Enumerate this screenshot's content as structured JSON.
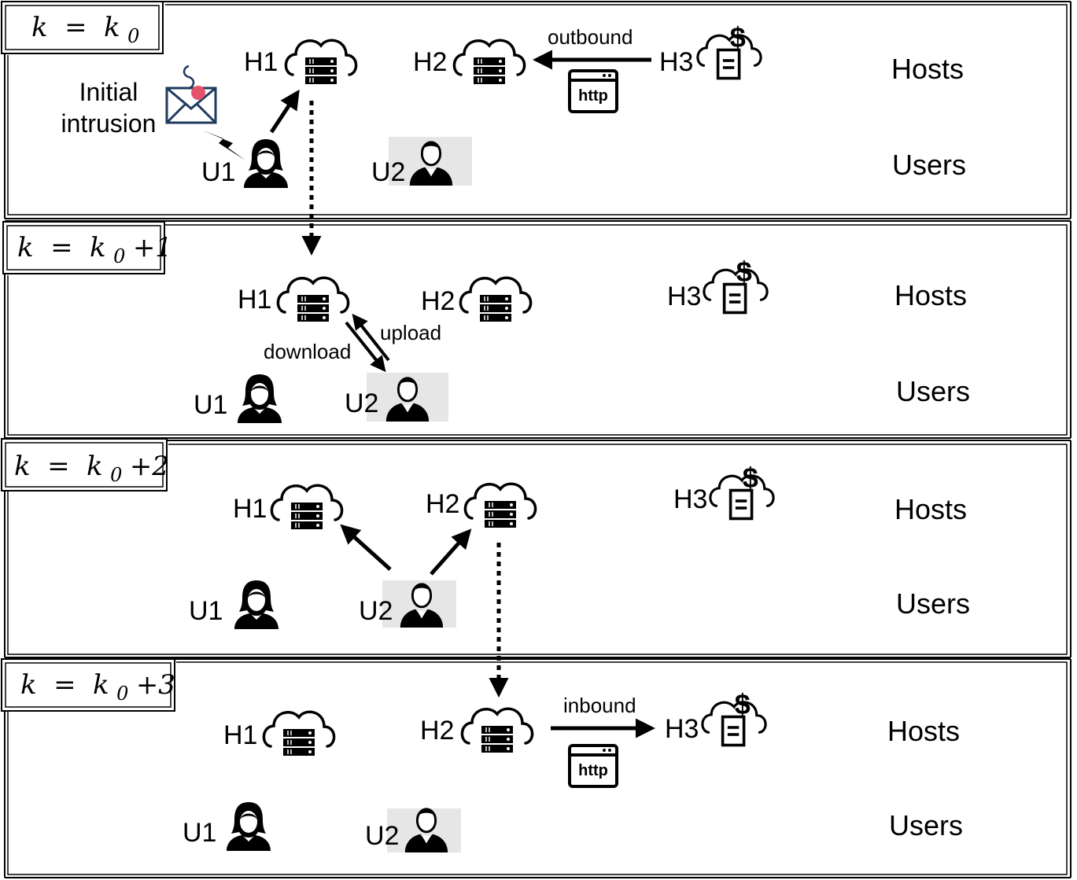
{
  "panels": [
    {
      "step_label": {
        "k": "k",
        "eq": "=",
        "base": "k",
        "sub": "0",
        "offset": ""
      },
      "row_labels": {
        "hosts": "Hosts",
        "users": "Users"
      },
      "hosts": {
        "h1": "H1",
        "h2": "H2",
        "h3": "H3"
      },
      "users": {
        "u1": "U1",
        "u2": "U2"
      },
      "annotations": {
        "intrusion_line1": "Initial",
        "intrusion_line2": "intrusion",
        "outbound": "outbound",
        "http": "http"
      }
    },
    {
      "step_label": {
        "k": "k",
        "eq": "=",
        "base": "k",
        "sub": "0",
        "offset": "+1"
      },
      "row_labels": {
        "hosts": "Hosts",
        "users": "Users"
      },
      "hosts": {
        "h1": "H1",
        "h2": "H2",
        "h3": "H3"
      },
      "users": {
        "u1": "U1",
        "u2": "U2"
      },
      "annotations": {
        "upload": "upload",
        "download": "download"
      }
    },
    {
      "step_label": {
        "k": "k",
        "eq": "=",
        "base": "k",
        "sub": "0",
        "offset": "+2"
      },
      "row_labels": {
        "hosts": "Hosts",
        "users": "Users"
      },
      "hosts": {
        "h1": "H1",
        "h2": "H2",
        "h3": "H3"
      },
      "users": {
        "u1": "U1",
        "u2": "U2"
      }
    },
    {
      "step_label": {
        "k": "k",
        "eq": "=",
        "base": "k",
        "sub": "0",
        "offset": "+3"
      },
      "row_labels": {
        "hosts": "Hosts",
        "users": "Users"
      },
      "hosts": {
        "h1": "H1",
        "h2": "H2",
        "h3": "H3"
      },
      "users": {
        "u1": "U1",
        "u2": "U2"
      },
      "annotations": {
        "inbound": "inbound",
        "http": "http"
      }
    }
  ],
  "icons": {
    "host_h1": "cloud-server-icon",
    "host_h2": "cloud-server-icon",
    "host_h3": "cloud-dollar-document-icon",
    "user_u1": "female-user-icon",
    "user_u2": "male-user-icon",
    "email": "phishing-email-icon",
    "http": "http-window-icon"
  },
  "colors": {
    "line": "#000000",
    "hook_accent": "#e5536b",
    "email_outline": "#1f3a5f",
    "u2_background": "#e6e6e6"
  }
}
